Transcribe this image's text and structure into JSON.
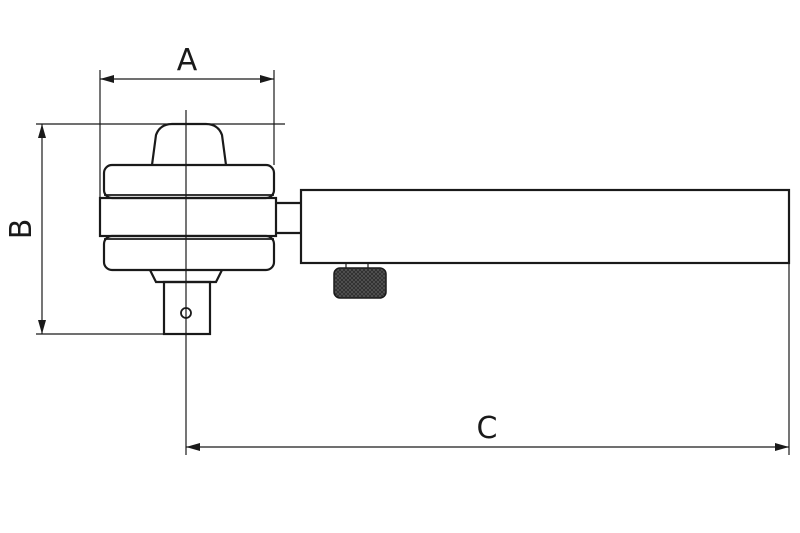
{
  "dimensions": {
    "a": "A",
    "b": "B",
    "c": "C"
  },
  "colors": {
    "line": "#1a1a1a",
    "background": "#ffffff",
    "knurl": "#2a2a2a"
  }
}
